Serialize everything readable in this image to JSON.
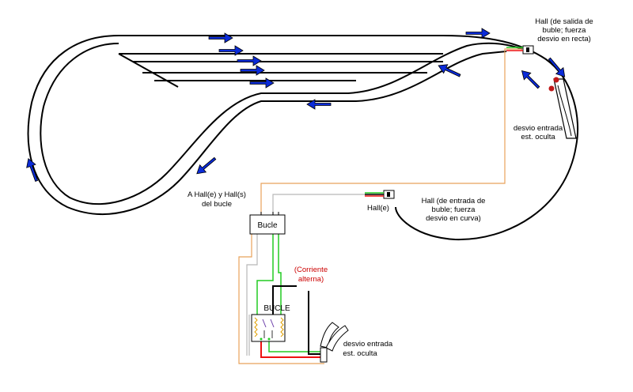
{
  "labels": {
    "hall_exit": [
      "Hall (de salida de",
      "buble; fuerza",
      "desvio en recta)"
    ],
    "switch_entry_top": [
      "desvio entrada",
      "est. oculta"
    ],
    "to_halls": [
      "A Hall(e) y Hall(s)",
      "del bucle"
    ],
    "hall_e": "Hall(e)",
    "hall_entry": [
      "Hall (de entrada de",
      "buble; fuerza",
      "desvio en curva)"
    ],
    "bucle_box": "Bucle",
    "ac_power": [
      "(Corriente",
      "alterna)"
    ],
    "bucle_relay": "BUCLE",
    "switch_entry_bottom": [
      "desvio entrada",
      "est. oculta"
    ]
  },
  "colors": {
    "track": "#000000",
    "arrow": "#0b2bd8",
    "wire_orange": "#e8a25a",
    "wire_grey": "#b8b8b8",
    "wire_green": "#22cc22",
    "wire_red": "#ee1111",
    "ac_label": "#cc0000"
  }
}
